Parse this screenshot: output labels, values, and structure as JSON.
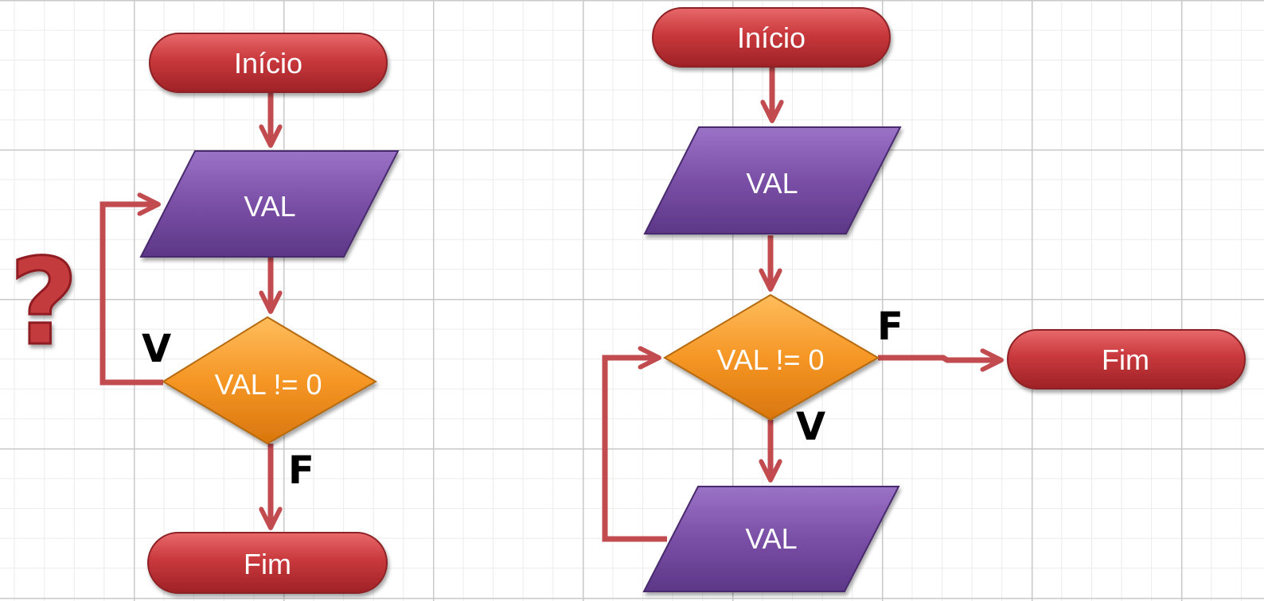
{
  "flowchart_left": {
    "start": "Início",
    "input": "VAL",
    "decision": "VAL != 0",
    "true_label": "V",
    "false_label": "F",
    "end": "Fim",
    "annotation": "?"
  },
  "flowchart_right": {
    "start": "Início",
    "input_first": "VAL",
    "decision": "VAL != 0",
    "false_label": "F",
    "true_label": "V",
    "input_loop": "VAL",
    "end": "Fim"
  },
  "colors": {
    "terminal": "#c0393d",
    "input": "#7b4fa6",
    "decision": "#f39422",
    "arrow": "#c24b4f",
    "grid_major": "#c9c9c9",
    "grid_minor": "#ebebeb"
  }
}
